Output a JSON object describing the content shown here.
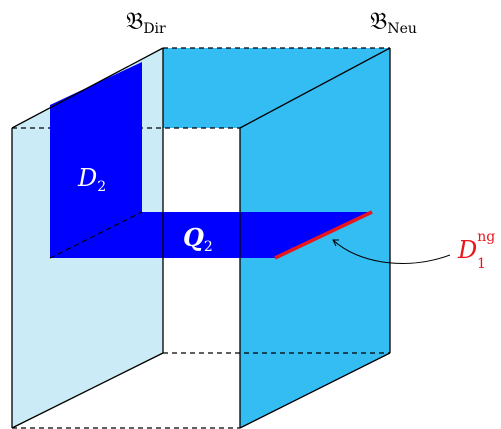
{
  "labels": {
    "b_dir": {
      "main": "𝔅",
      "sub": "Dir"
    },
    "b_neu": {
      "main": "𝔅",
      "sub": "Neu"
    },
    "d2": {
      "main": "D",
      "sub": "2"
    },
    "q2": {
      "main": "Q",
      "sub": "2"
    },
    "d1ng": {
      "main": "D",
      "sub": "1",
      "sup": "ng"
    }
  },
  "colors": {
    "dir_face": "#cbecf7",
    "neu_face": "#33bdf2",
    "region": "#0000ff",
    "highlight_edge": "#e8161c",
    "edge": "#000000"
  }
}
